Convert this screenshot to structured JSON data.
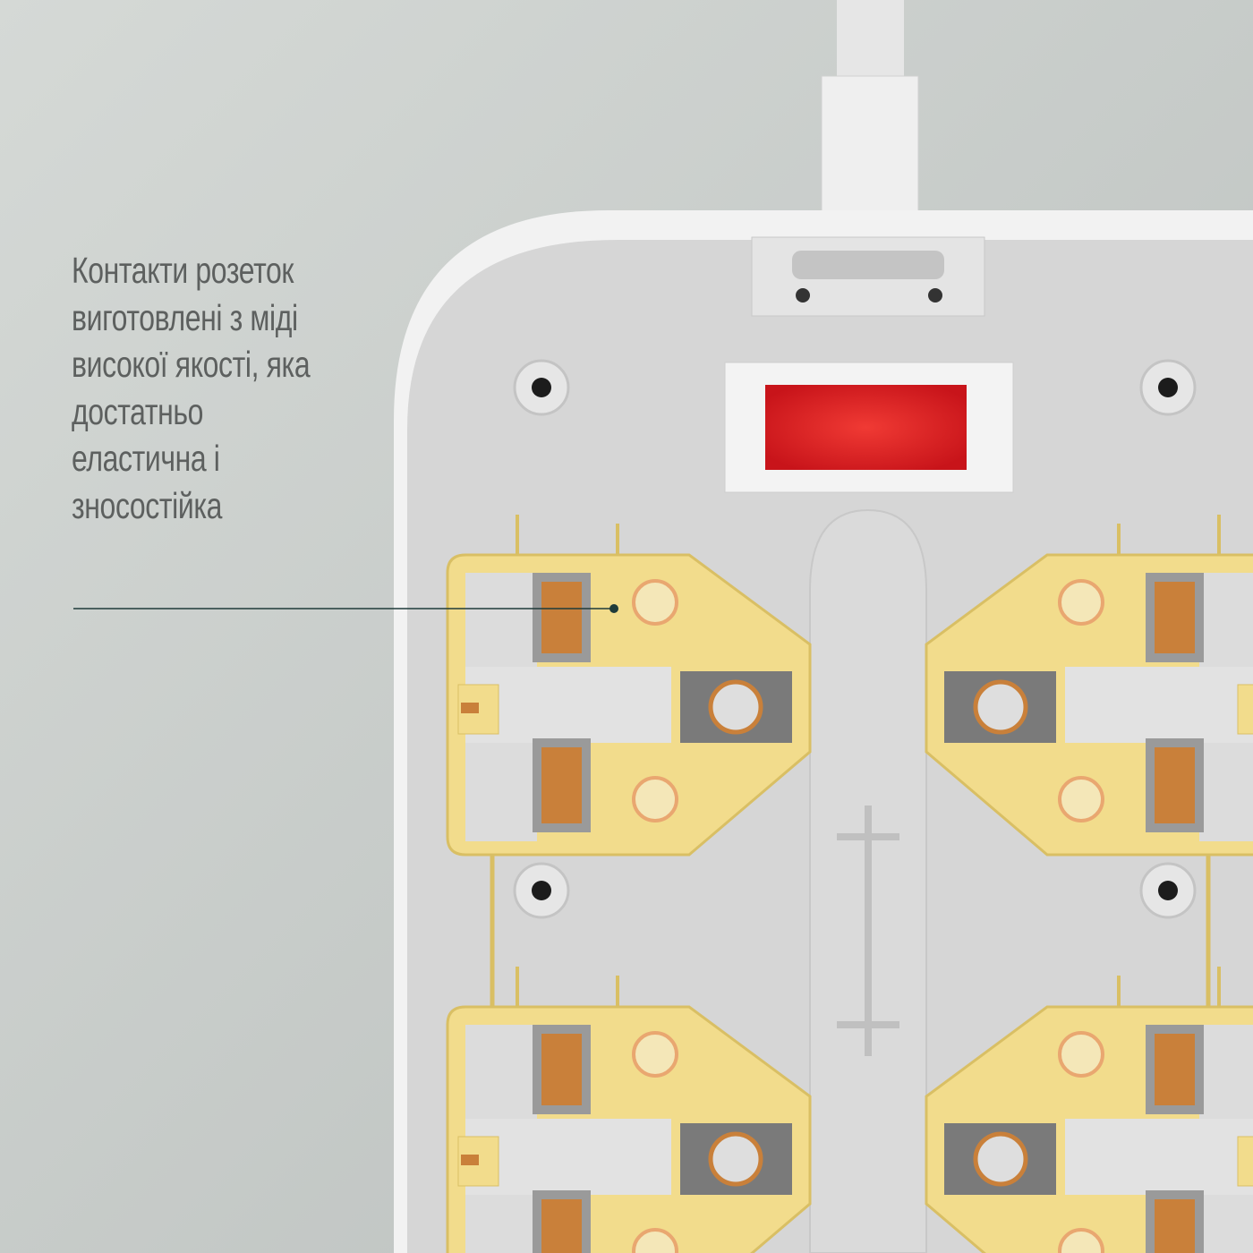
{
  "caption": {
    "lines": [
      "Контакти розеток",
      "виготовлені з міді",
      "високої якості, яка",
      "достатньо",
      "еластична і",
      "зносостійка"
    ]
  },
  "colors": {
    "background": "#c9cdcb",
    "housing": "#f2f2f2",
    "panel": "#d4d4d4",
    "contact_plate": "#f2dc8c",
    "copper": "#c9803a",
    "switch_red": "#e02020",
    "leader_line": "#1f3b3a"
  },
  "icons": [
    "power-switch",
    "leader-line-dot"
  ]
}
